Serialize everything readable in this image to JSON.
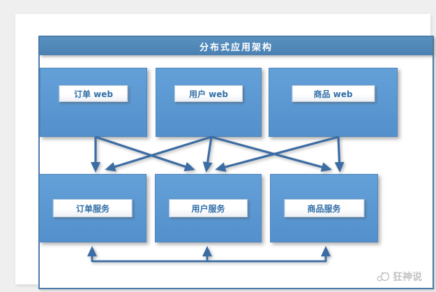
{
  "diagram": {
    "title": "分布式应用架构",
    "colors": {
      "title_bar": "#4a81b2",
      "node_fill": "#5390cc",
      "arrow": "#3b6ca3",
      "frame_border": "#4a7cab",
      "plate_text": "#316fa8",
      "page_background": "#efefef"
    },
    "web_layer": [
      {
        "label": "订单 web"
      },
      {
        "label": "用户 web"
      },
      {
        "label": "商品 web"
      }
    ],
    "service_layer": [
      {
        "label": "订单服务"
      },
      {
        "label": "用户服务"
      },
      {
        "label": "商品服务"
      }
    ],
    "connections": [
      {
        "from": "订单 web",
        "to": "订单服务",
        "slug": "order-web-to-order-service"
      },
      {
        "from": "订单 web",
        "to": "用户服务",
        "slug": "order-web-to-user-service"
      },
      {
        "from": "用户 web",
        "to": "订单服务",
        "slug": "user-web-to-order-service"
      },
      {
        "from": "用户 web",
        "to": "用户服务",
        "slug": "user-web-to-user-service"
      },
      {
        "from": "用户 web",
        "to": "商品服务",
        "slug": "user-web-to-product-service"
      },
      {
        "from": "商品 web",
        "to": "用户服务",
        "slug": "product-web-to-user-service"
      },
      {
        "from": "商品 web",
        "to": "商品服务",
        "slug": "product-web-to-product-service"
      }
    ],
    "service_bus": {
      "connects": [
        "订单服务",
        "用户服务",
        "商品服务"
      ]
    }
  },
  "watermark": {
    "text": "狂神说",
    "icon": "kuangshen-logo-icon"
  }
}
